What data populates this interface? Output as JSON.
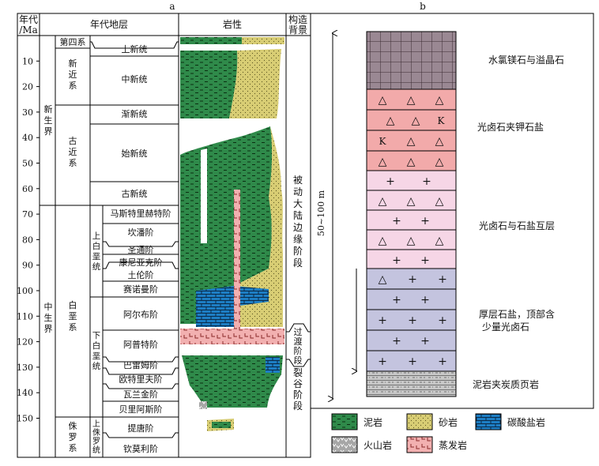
{
  "panel_labels": {
    "a": "a",
    "b": "b"
  },
  "headers": {
    "age": "年代/Ma",
    "age_line1": "年代",
    "age_line2": "/Ma",
    "strata": "年代地层",
    "lithology": "岩性",
    "tectonic": "构造背景",
    "tectonic_line1": "构造",
    "tectonic_line2": "背景"
  },
  "age_ticks": [
    "10",
    "20",
    "30",
    "40",
    "50",
    "60",
    "70",
    "80",
    "90",
    "100",
    "110",
    "120",
    "130",
    "140",
    "150"
  ],
  "erathems": [
    {
      "name": "新生界",
      "chars": [
        "新",
        "生",
        "界"
      ]
    },
    {
      "name": "中生界",
      "chars": [
        "中",
        "生",
        "界"
      ]
    }
  ],
  "systems": [
    {
      "name": "第四系"
    },
    {
      "name": "新近系",
      "chars": [
        "新",
        "近",
        "系"
      ]
    },
    {
      "name": "古近系",
      "chars": [
        "古",
        "近",
        "系"
      ]
    },
    {
      "name": "白垩系",
      "chars": [
        "白",
        "垩",
        "系"
      ]
    },
    {
      "name": "侏罗系",
      "chars": [
        "侏",
        "罗",
        "系"
      ]
    }
  ],
  "series": [
    {
      "name": "上白垩统",
      "chars": [
        "上",
        "白",
        "垩",
        "统"
      ]
    },
    {
      "name": "下白垩统",
      "chars": [
        "下",
        "白",
        "垩",
        "统"
      ]
    },
    {
      "name": "上侏罗统",
      "chars": [
        "上",
        "侏",
        "罗",
        "统"
      ]
    }
  ],
  "units": [
    "上新统",
    "中新统",
    "渐新统",
    "始新统",
    "古新统",
    "马斯特里赫特阶",
    "坎潘阶",
    "圣通阶",
    "康尼亚克阶",
    "土伦阶",
    "赛诺曼阶",
    "阿尔布阶",
    "阿普特阶",
    "巴雷姆阶",
    "欧特里夫阶",
    "瓦兰金阶",
    "贝里阿斯阶",
    "提唐阶",
    "钦莫利阶"
  ],
  "tectonic_stages": [
    {
      "name": "被动大陆边缘阶段",
      "chars": [
        "被",
        "动",
        "大",
        "陆",
        "边",
        "缘",
        "阶",
        "段"
      ]
    },
    {
      "name": "过渡阶段",
      "chars": [
        "过",
        "渡",
        "阶",
        "段"
      ]
    },
    {
      "name": "裂谷阶段",
      "chars": [
        "裂",
        "谷",
        "阶",
        "段"
      ]
    }
  ],
  "legend": [
    {
      "name": "泥岩",
      "pattern": "mudstone",
      "color": "#2f8a4a"
    },
    {
      "name": "砂岩",
      "pattern": "sandstone",
      "color": "#d8cd74"
    },
    {
      "name": "碳酸盐岩",
      "pattern": "carbonate",
      "color": "#1d7ec4"
    },
    {
      "name": "火山岩",
      "pattern": "volcanic",
      "color": "#a6a6a6"
    },
    {
      "name": "蒸发岩",
      "pattern": "evaporite",
      "color": "#f2b0b0"
    }
  ],
  "thickness_label": "50~100 m",
  "column_b": [
    {
      "label": "水氯镁石与溢晶石",
      "color": "#9a8893"
    },
    {
      "label": "光卤石夹钾石盐",
      "color": "#f2aaaa"
    },
    {
      "label": "光卤石与石盐互层",
      "color": "#f6d6e6"
    },
    {
      "label": "厚层石盐，顶部含少量光卤石",
      "line1": "厚层石盐，顶部含",
      "line2": "少量光卤石",
      "color": "#c4c4df"
    },
    {
      "label": "泥岩夹炭质页岩",
      "color": "#c8c8c8"
    }
  ],
  "symbols": {
    "triangle": "△",
    "plus": "+",
    "k": "K"
  }
}
